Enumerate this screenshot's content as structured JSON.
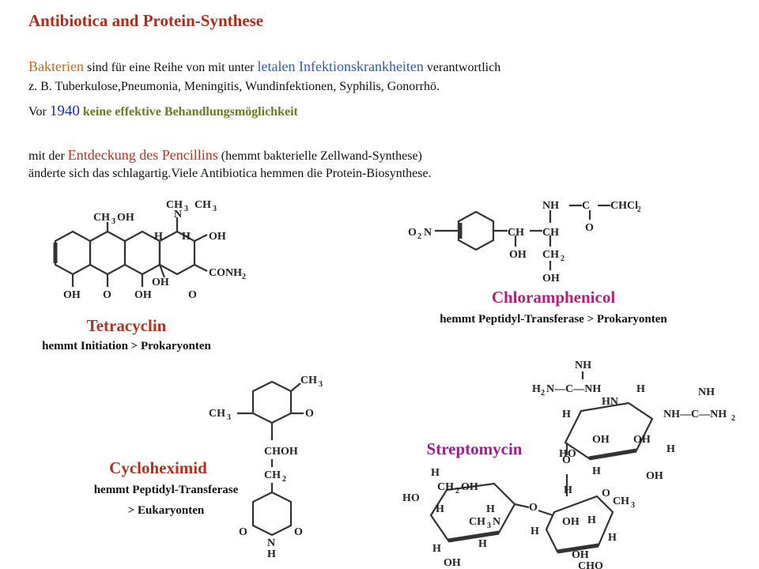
{
  "header": {
    "title": "Antibiotica and Protein-Synthese",
    "line1": {
      "a": "Bakterien",
      "b": " sind für eine Reihe von mit unter ",
      "c": "letalen Infektionskrankheiten",
      "d": " verantwortlich"
    },
    "line2": "z. B. Tuberkulose,Pneumonia, Meningitis, Wundinfektionen, Syphilis, Gonorrhö.",
    "line3": {
      "a": "Vor ",
      "b": "1940",
      "c": " keine effektive Behandlungsmöglichkeit"
    },
    "line4": {
      "a": "mit der ",
      "b": "Entdeckung des Pencillins",
      "c": " (hemmt bakterielle Zellwand-Synthese)"
    },
    "line5": "änderte sich das schlagartig.Viele  Antibiotica hemmen die Protein-Biosynthese."
  },
  "compounds": {
    "tetracyclin": {
      "name": "Tetracyclin",
      "action": "hemmt Initiation > Prokaryonten"
    },
    "chloramphenicol": {
      "name": "Chloramphenicol",
      "action": "hemmt Peptidyl-Transferase > Prokaryonten"
    },
    "cycloheximid": {
      "name": "Cycloheximid",
      "action1": "hemmt Peptidyl-Transferase",
      "action2": "> Eukaryonten"
    },
    "streptomycin": {
      "name": "Streptomycin"
    }
  },
  "colors": {
    "title": "#b22a18",
    "name_red": "#b0351e",
    "name_magenta": "#b3207a",
    "name_purple": "#9a1f8f"
  }
}
